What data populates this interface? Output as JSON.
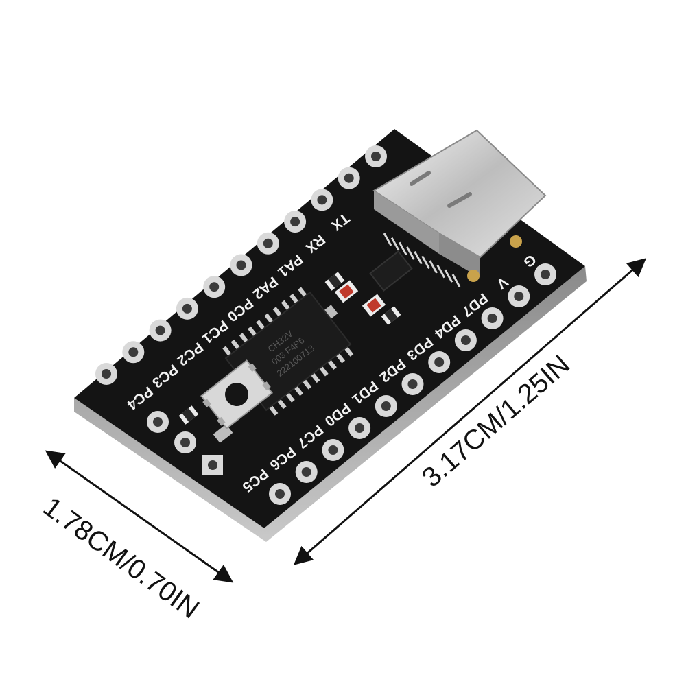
{
  "dimensions": {
    "width_label": "1.78CM/0.70IN",
    "length_label": "3.17CM/1.25IN"
  },
  "board": {
    "left_row_labels": [
      "TX",
      "RX",
      "PA1",
      "PA2",
      "PC0",
      "PC1",
      "PC2",
      "PC3",
      "PC4"
    ],
    "right_row_labels": [
      "G",
      "V",
      "PD7",
      "PD4",
      "PD3",
      "PD2",
      "PD1",
      "PD0",
      "PC7",
      "PC6",
      "PC5"
    ],
    "chip_marking": [
      "CH32V",
      "003 F4P6",
      "222100713"
    ],
    "colors": {
      "pcb": "#141414",
      "silkscreen": "#f2f2f2",
      "pad": "#d9d9d9",
      "usb_shell": "#c8c8c8"
    }
  }
}
